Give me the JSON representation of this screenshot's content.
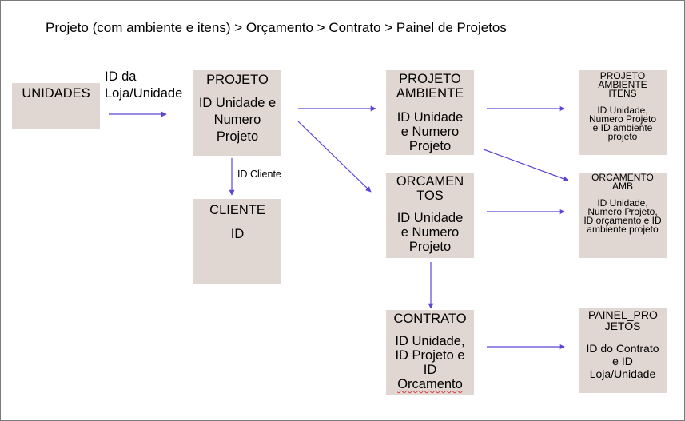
{
  "title": "Projeto (com ambiente e itens) > Orçamento > Contrato > Painel de Projetos",
  "nodes": {
    "unidades": {
      "head": "UNIDADES",
      "body": ""
    },
    "projeto": {
      "head": "PROJETO",
      "body": "ID Unidade e Numero Projeto"
    },
    "cliente": {
      "head": "CLIENTE",
      "body": "ID"
    },
    "projeto_ambiente": {
      "head": "PROJETO AMBIENTE",
      "body": "ID Unidade e Numero Projeto"
    },
    "orcamentos": {
      "head": "ORCAMEN TOS",
      "body": "ID Unidade e Numero Projeto"
    },
    "contrato": {
      "head": "CONTRATO",
      "body_a": "ID Unidade, ID Projeto e ID",
      "body_b": "Orcamento"
    },
    "projeto_ambiente_itens": {
      "head": "PROJETO AMBIENTE ITENS",
      "body": "ID Unidade, Numero Projeto e ID ambiente projeto"
    },
    "orcamento_amb": {
      "head": "ORCAMENTO AMB",
      "body": "ID Unidade, Numero Projeto, ID orçamento e ID ambiente projeto"
    },
    "painel_projetos": {
      "head": "PAINEL_PRO JETOS",
      "body": "ID do Contrato e ID Loja/Unidade"
    }
  },
  "edge_labels": {
    "unidades_projeto": "ID da Loja/Unidade",
    "projeto_cliente": "ID Cliente"
  },
  "colors": {
    "box_fill": "#e1d7d2",
    "arrow": "#5b45d8"
  }
}
